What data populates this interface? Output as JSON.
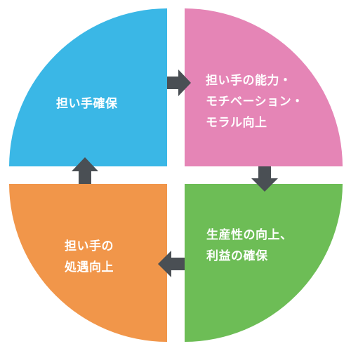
{
  "diagram": {
    "colors": {
      "top_left": "#3ab7e6",
      "top_right": "#e585b6",
      "bottom_right": "#6dbd56",
      "bottom_left": "#f1964a",
      "arrow": "#4a4f54",
      "background": "#ffffff"
    },
    "quadrants": {
      "top_left": {
        "lines": [
          "担い手確保"
        ]
      },
      "top_right": {
        "lines": [
          "担い手の能力・",
          "モチベーション・",
          "モラル向上"
        ]
      },
      "bottom_right": {
        "lines": [
          "生産性の向上、",
          "利益の確保"
        ]
      },
      "bottom_left": {
        "lines": [
          "担い手の",
          "処遇向上"
        ]
      }
    },
    "arrows": [
      {
        "from": "top_left",
        "to": "top_right",
        "direction": "right"
      },
      {
        "from": "top_right",
        "to": "bottom_right",
        "direction": "down"
      },
      {
        "from": "bottom_right",
        "to": "bottom_left",
        "direction": "left"
      },
      {
        "from": "bottom_left",
        "to": "top_left",
        "direction": "up"
      }
    ]
  }
}
